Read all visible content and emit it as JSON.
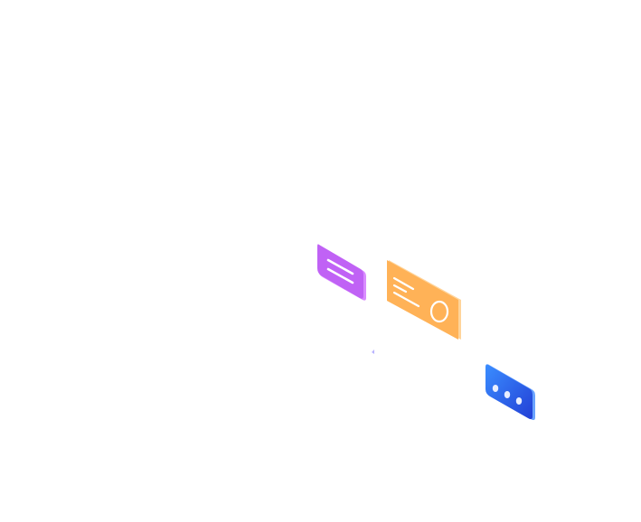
{
  "illustration": {
    "cards": [
      {
        "name": "menu-card",
        "icon": "menu-lines-icon",
        "color": "#c062f5",
        "edge": "#d98cff"
      },
      {
        "name": "text-circle-card",
        "icon": "text-circle-icon",
        "color": "#ffb257",
        "edge": "#ffd49a"
      },
      {
        "name": "chat-dots-card",
        "icon": "more-dots-icon",
        "color": "#2f6ff0",
        "edge": "#6aa3ff"
      }
    ],
    "accent_small_marker": "#b9b4ff"
  }
}
